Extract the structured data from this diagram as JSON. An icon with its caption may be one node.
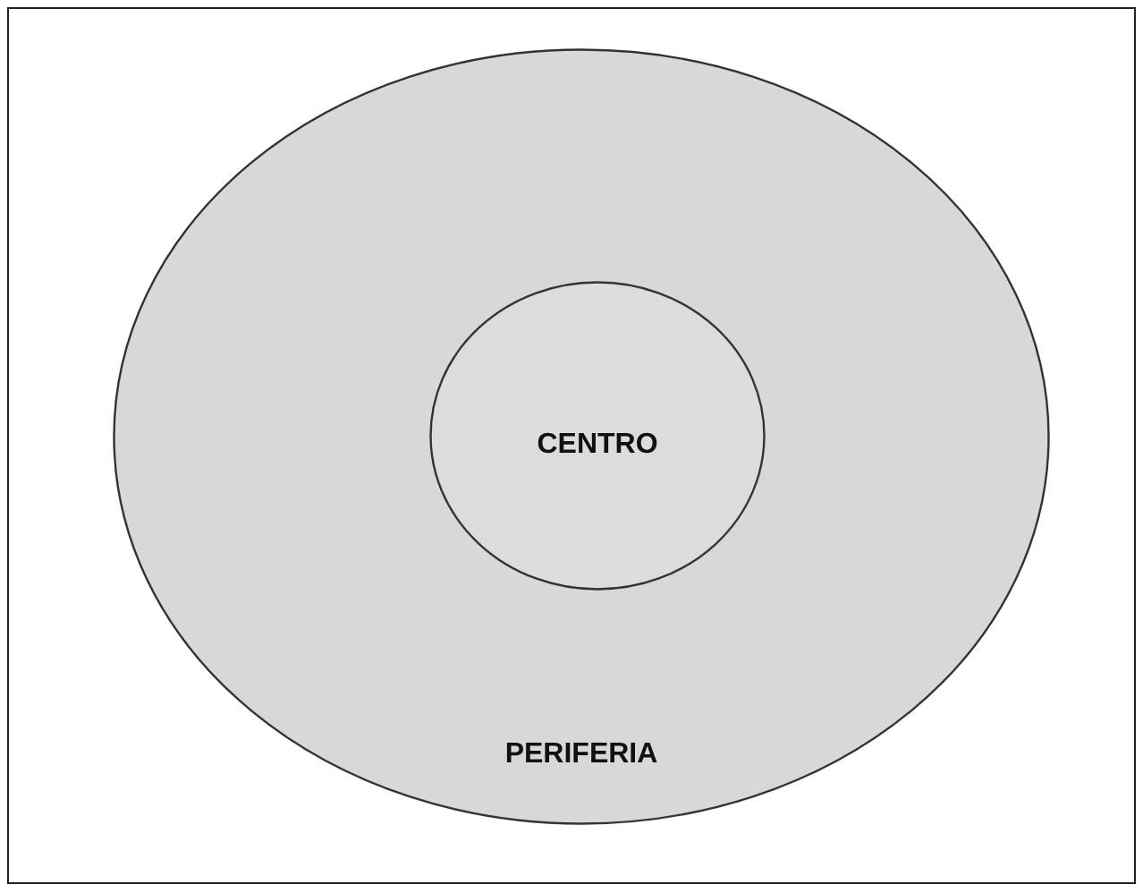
{
  "diagram": {
    "nodes": [
      {
        "text": [
          "PERIFERIA"
        ]
      },
      {
        "text": [
          "CENTRO"
        ],
        "in": 0
      }
    ]
  }
}
